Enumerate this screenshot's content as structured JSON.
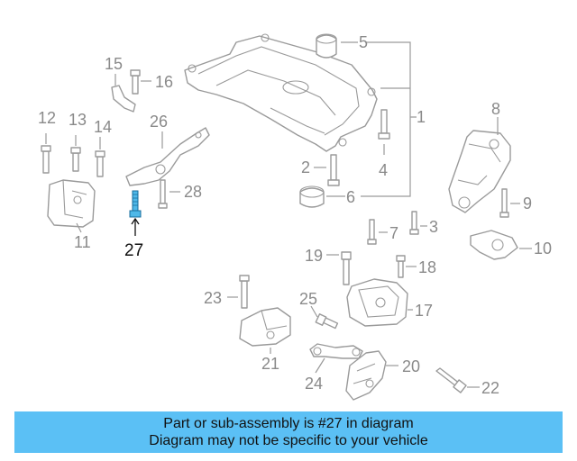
{
  "diagram": {
    "labels": {
      "l1": "1",
      "l2": "2",
      "l3": "3",
      "l4": "4",
      "l5": "5",
      "l6": "6",
      "l7": "7",
      "l8": "8",
      "l9": "9",
      "l10": "10",
      "l11": "11",
      "l12": "12",
      "l13": "13",
      "l14": "14",
      "l15": "15",
      "l16": "16",
      "l17": "17",
      "l18": "18",
      "l19": "19",
      "l20": "20",
      "l21": "21",
      "l22": "22",
      "l23": "23",
      "l24": "24",
      "l25": "25",
      "l26": "26",
      "l27": "27",
      "l28": "28"
    },
    "highlighted_part": "27",
    "highlight_color": "#4fb8e8",
    "line_color": "#9a9a9a"
  },
  "caption": {
    "line1": "Part or sub-assembly is #27 in diagram",
    "line2": "Diagram may not be specific to your vehicle",
    "background": "#5bc0f5"
  }
}
